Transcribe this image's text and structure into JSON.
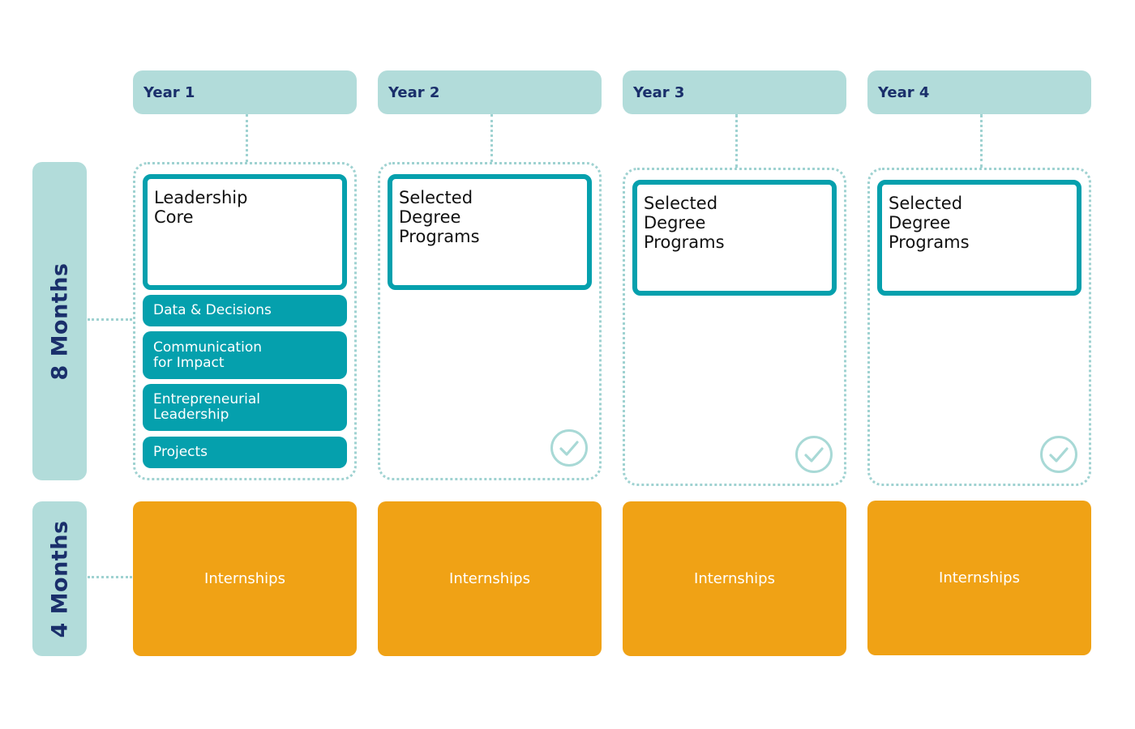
{
  "years": [
    "Year 1",
    "Year 2",
    "Year 3",
    "Year 4"
  ],
  "rows": {
    "eight_months": "8 Months",
    "four_months": "4 Months"
  },
  "year1": {
    "core": [
      "Leadership",
      "Core"
    ],
    "modules": [
      [
        "Data & Decisions"
      ],
      [
        "Communication",
        "for Impact"
      ],
      [
        "Entrepreneurial",
        "Leadership"
      ],
      [
        "Projects"
      ]
    ]
  },
  "degree_programs": [
    "Selected",
    "Degree",
    "Programs"
  ],
  "internships": [
    "Internships",
    "Internships",
    "Internships",
    "Internships"
  ],
  "icons": {
    "completed": "check-circle-icon"
  },
  "colors": {
    "header_bg": "#b2dcda",
    "header_text": "#1a2f6b",
    "teal": "#05a0ad",
    "dotted": "#9fd2d1",
    "orange": "#f0a215"
  }
}
